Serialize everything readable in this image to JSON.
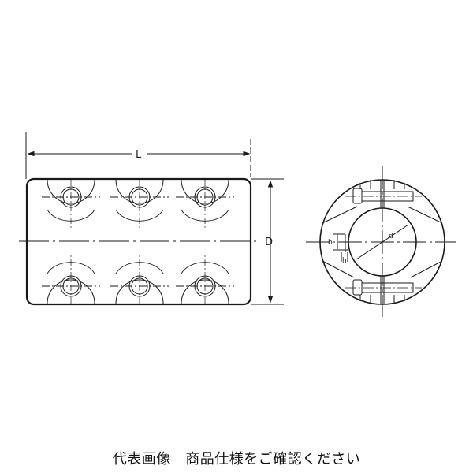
{
  "drawing": {
    "labels": {
      "length": "L",
      "diameter": "D",
      "bore": "d",
      "slot_width": "b",
      "slot_depth": "h"
    },
    "line_color": "#1a1a1a"
  },
  "caption": "代表画像　商品仕様をご確認ください"
}
